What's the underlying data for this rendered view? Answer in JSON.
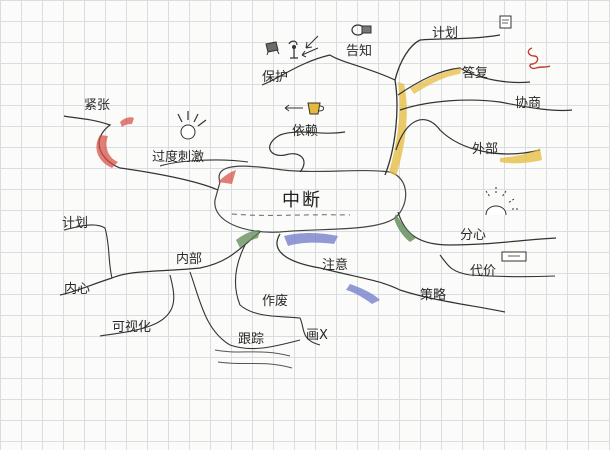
{
  "center": "中断",
  "branches": {
    "baohu": "保护",
    "gaozhi": "告知",
    "jihua_top": "计划",
    "dafu": "答复",
    "xieshang": "协商",
    "yilai": "依赖",
    "waibu": "外部",
    "jinzhang": "紧张",
    "guoducijii": "过度刺激",
    "jihua_left": "计划",
    "neixin": "内心",
    "neibu": "内部",
    "keshihua": "可视化",
    "genzong": "跟踪",
    "zuofei": "作废",
    "huax": "画Ⅹ",
    "zhuyi": "注意",
    "celue": "策略",
    "fenxin": "分心",
    "daijia": "代价"
  },
  "colors": {
    "ink": "#333333",
    "yellow": "#e6b93a",
    "red": "#d64a3e",
    "blue": "#6f79c9",
    "green": "#5f8a55",
    "grid": "#d9dde3"
  },
  "icons": [
    "camera-icon",
    "wind-spiral-icon",
    "cup-icon",
    "chair-icon",
    "page-icon",
    "flash-icon",
    "sun-alarm-icon",
    "rain-icon",
    "snake-icon",
    "banknote-icon"
  ]
}
